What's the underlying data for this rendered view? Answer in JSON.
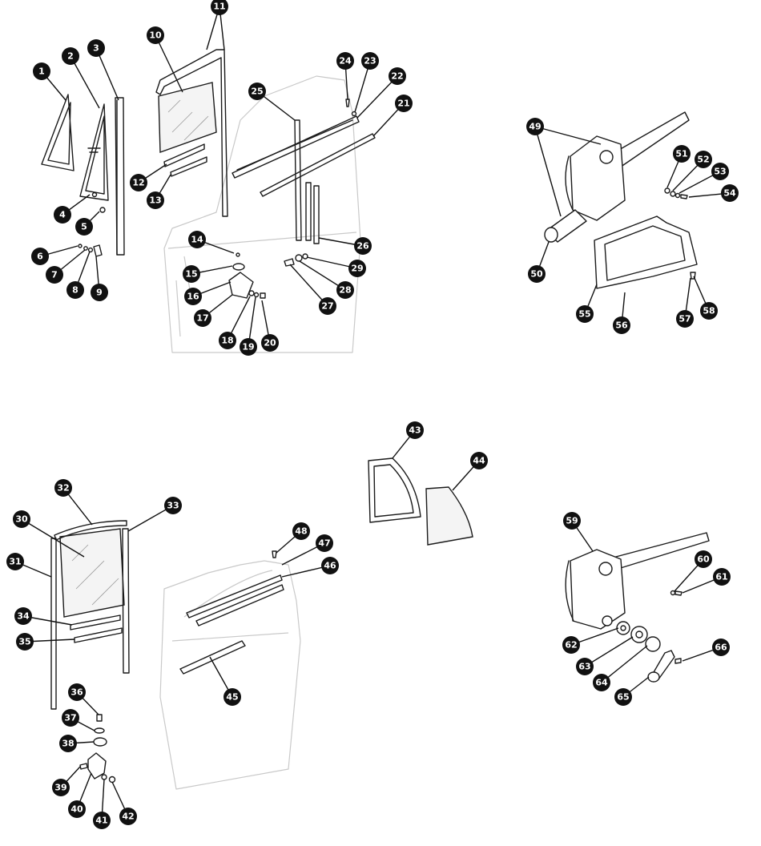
{
  "diagram": {
    "kind": "exploded parts diagram",
    "callouts": [
      {
        "id": "c1",
        "label": "1"
      },
      {
        "id": "c2",
        "label": "2"
      },
      {
        "id": "c3",
        "label": "3"
      },
      {
        "id": "c4",
        "label": "4"
      },
      {
        "id": "c5",
        "label": "5"
      },
      {
        "id": "c6",
        "label": "6"
      },
      {
        "id": "c7",
        "label": "7"
      },
      {
        "id": "c8",
        "label": "8"
      },
      {
        "id": "c9",
        "label": "9"
      },
      {
        "id": "c10",
        "label": "10"
      },
      {
        "id": "c11",
        "label": "11"
      },
      {
        "id": "c12",
        "label": "12"
      },
      {
        "id": "c13",
        "label": "13"
      },
      {
        "id": "c14",
        "label": "14"
      },
      {
        "id": "c15",
        "label": "15"
      },
      {
        "id": "c16",
        "label": "16"
      },
      {
        "id": "c17",
        "label": "17"
      },
      {
        "id": "c18",
        "label": "18"
      },
      {
        "id": "c19",
        "label": "19"
      },
      {
        "id": "c20",
        "label": "20"
      },
      {
        "id": "c21",
        "label": "21"
      },
      {
        "id": "c22",
        "label": "22"
      },
      {
        "id": "c23",
        "label": "23"
      },
      {
        "id": "c24",
        "label": "24"
      },
      {
        "id": "c25",
        "label": "25"
      },
      {
        "id": "c26",
        "label": "26"
      },
      {
        "id": "c27",
        "label": "27"
      },
      {
        "id": "c28",
        "label": "28"
      },
      {
        "id": "c29",
        "label": "29"
      },
      {
        "id": "c30",
        "label": "30"
      },
      {
        "id": "c31",
        "label": "31"
      },
      {
        "id": "c32",
        "label": "32"
      },
      {
        "id": "c33",
        "label": "33"
      },
      {
        "id": "c34",
        "label": "34"
      },
      {
        "id": "c35",
        "label": "35"
      },
      {
        "id": "c36",
        "label": "36"
      },
      {
        "id": "c37",
        "label": "37"
      },
      {
        "id": "c38",
        "label": "38"
      },
      {
        "id": "c39",
        "label": "39"
      },
      {
        "id": "c40",
        "label": "40"
      },
      {
        "id": "c41",
        "label": "41"
      },
      {
        "id": "c42",
        "label": "42"
      },
      {
        "id": "c43",
        "label": "43"
      },
      {
        "id": "c44",
        "label": "44"
      },
      {
        "id": "c45",
        "label": "45"
      },
      {
        "id": "c46",
        "label": "46"
      },
      {
        "id": "c47",
        "label": "47"
      },
      {
        "id": "c48",
        "label": "48"
      },
      {
        "id": "c49",
        "label": "49"
      },
      {
        "id": "c50",
        "label": "50"
      },
      {
        "id": "c51",
        "label": "51"
      },
      {
        "id": "c52",
        "label": "52"
      },
      {
        "id": "c53",
        "label": "53"
      },
      {
        "id": "c54",
        "label": "54"
      },
      {
        "id": "c55",
        "label": "55"
      },
      {
        "id": "c56",
        "label": "56"
      },
      {
        "id": "c57",
        "label": "57"
      },
      {
        "id": "c58",
        "label": "58"
      },
      {
        "id": "c59",
        "label": "59"
      },
      {
        "id": "c60",
        "label": "60"
      },
      {
        "id": "c61",
        "label": "61"
      },
      {
        "id": "c62",
        "label": "62"
      },
      {
        "id": "c63",
        "label": "63"
      },
      {
        "id": "c64",
        "label": "64"
      },
      {
        "id": "c65",
        "label": "65"
      },
      {
        "id": "c66",
        "label": "66"
      }
    ]
  },
  "colors": {
    "callout_fill": "#111111",
    "callout_text": "#ffffff",
    "line": "#1a1a1a",
    "ghost_door": "#c9c9c9",
    "background": "#ffffff"
  }
}
